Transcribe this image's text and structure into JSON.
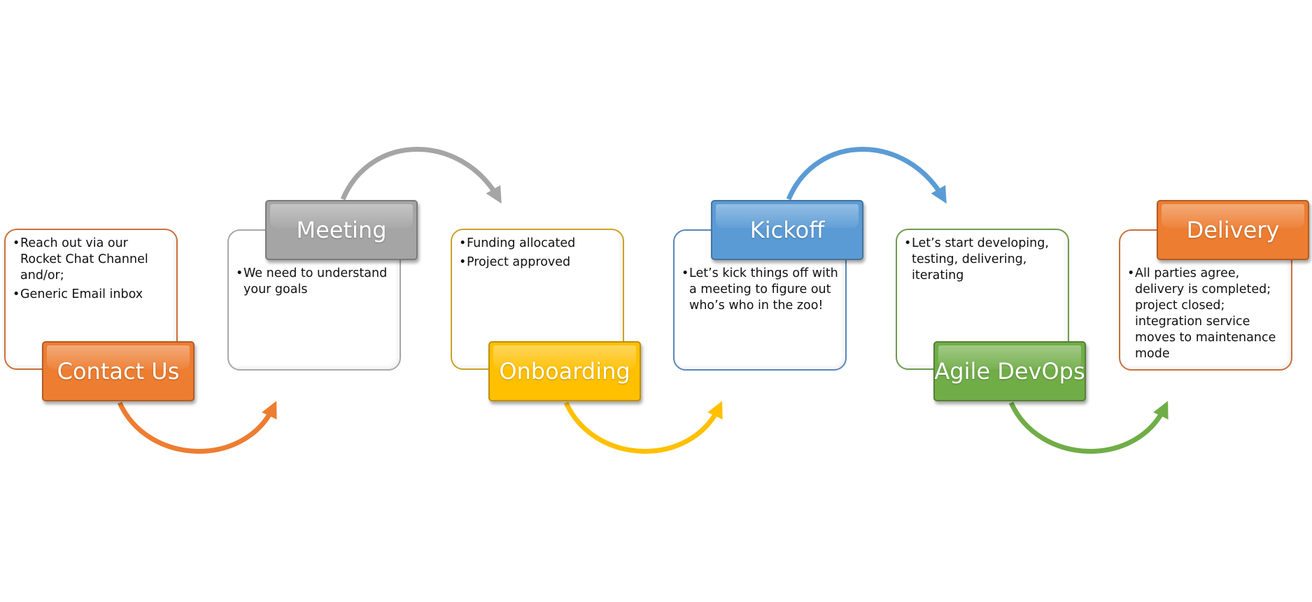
{
  "stages": [
    {
      "title": "Contact Us",
      "color": "#ED7D31",
      "border": "#C9703A",
      "bullets": [
        "Reach out via our Rocket Chat Channel and/or;",
        "Generic Email inbox"
      ]
    },
    {
      "title": "Meeting",
      "color": "#A5A5A5",
      "border": "#A8A8A8",
      "bullets": [
        "We need to understand your goals"
      ]
    },
    {
      "title": "Onboarding",
      "color": "#FFC000",
      "border": "#C9A227",
      "bullets": [
        "Funding allocated",
        "Project approved"
      ]
    },
    {
      "title": "Kickoff",
      "color": "#5B9BD5",
      "border": "#5A86B8",
      "bullets": [
        "Let’s kick things off with a meeting to figure out who’s who in the zoo!"
      ]
    },
    {
      "title": "Agile DevOps",
      "color": "#70AD47",
      "border": "#6E9A4E",
      "bullets": [
        "Let’s start developing, testing, delivering, iterating"
      ]
    },
    {
      "title": "Delivery",
      "color": "#ED7D31",
      "border": "#C9703A",
      "bullets": [
        "All parties agree, delivery is completed; project closed; integration service moves to maintenance mode"
      ]
    }
  ]
}
